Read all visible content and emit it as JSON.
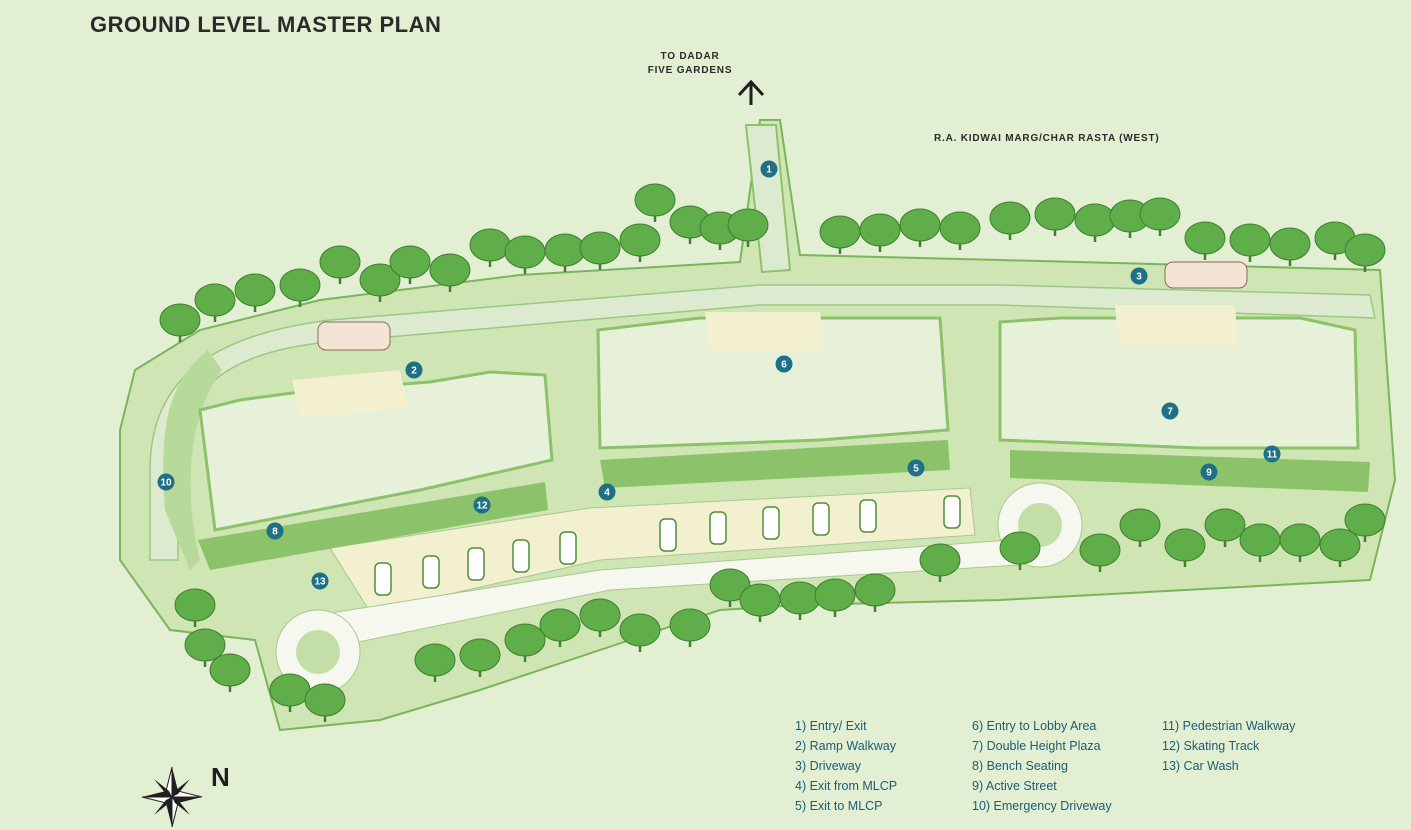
{
  "title": "GROUND LEVEL MASTER PLAN",
  "direction_label_line1": "TO DADAR",
  "direction_label_line2": "FIVE GARDENS",
  "road_label": "R.A. KIDWAI MARG/CHAR RASTA (WEST)",
  "compass_label": "N",
  "colors": {
    "background": "#e3efd3",
    "grass": "#8cc26a",
    "tree": "#5fae4a",
    "marker": "#1f6f86",
    "legend_text": "#1c5c74"
  },
  "markers": [
    "1",
    "2",
    "3",
    "4",
    "5",
    "6",
    "7",
    "8",
    "9",
    "10",
    "11",
    "12",
    "13"
  ],
  "legend": {
    "col1": [
      "1) Entry/ Exit",
      "2) Ramp Walkway",
      "3) Driveway",
      "4) Exit from MLCP",
      "5) Exit to MLCP"
    ],
    "col2": [
      "6) Entry to Lobby Area",
      "7) Double Height Plaza",
      "8) Bench Seating",
      "9)  Active Street",
      "10) Emergency Driveway"
    ],
    "col3": [
      "11) Pedestrian Walkway",
      "12) Skating Track",
      "13) Car Wash"
    ]
  }
}
